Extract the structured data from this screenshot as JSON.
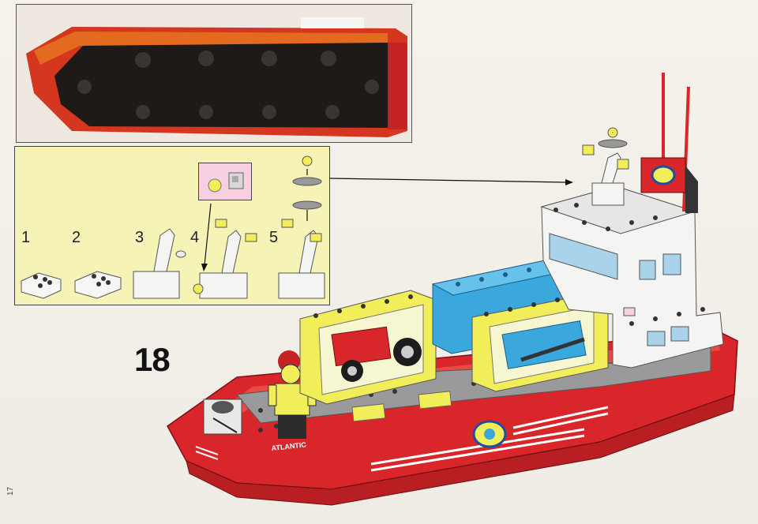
{
  "page": {
    "page_number": "17"
  },
  "step": {
    "number": "18"
  },
  "substeps": [
    {
      "label": "1"
    },
    {
      "label": "2"
    },
    {
      "label": "3"
    },
    {
      "label": "4"
    },
    {
      "label": "5"
    }
  ],
  "boat": {
    "hull_name": "ATLANTIC"
  },
  "colors": {
    "hull_red": "#d9262a",
    "deck_gray": "#9a9a9c",
    "cabin_white": "#f4f4f2",
    "crate_yellow": "#f1ee5a",
    "crate_blue": "#3aa7dd",
    "panel_yellow": "#f6f3b7",
    "callout_pink": "#f6cfe0"
  },
  "icons": [
    "arrow-icon",
    "minifigure-icon",
    "antenna-icon",
    "searchlight-icon"
  ]
}
